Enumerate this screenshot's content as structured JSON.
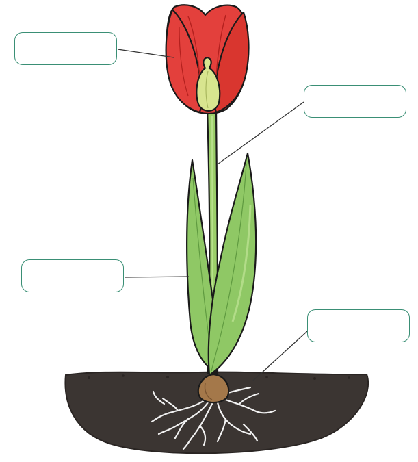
{
  "diagram": {
    "subject": "tulip",
    "labels": [
      {
        "part": "flower",
        "text": ""
      },
      {
        "part": "stem",
        "text": ""
      },
      {
        "part": "leaf",
        "text": ""
      },
      {
        "part": "roots",
        "text": ""
      }
    ],
    "colors": {
      "petal": "#e3403c",
      "petal_shade": "#c22a28",
      "carpel": "#d8e58f",
      "stem": "#9ccf6a",
      "leaf": "#8fc865",
      "leaf_light": "#b2dc88",
      "soil": "#3b3532",
      "bulb": "#a4784a",
      "root": "#f2f2f2",
      "box_border": "#3a8f75",
      "outline": "#1a1a1a"
    }
  }
}
